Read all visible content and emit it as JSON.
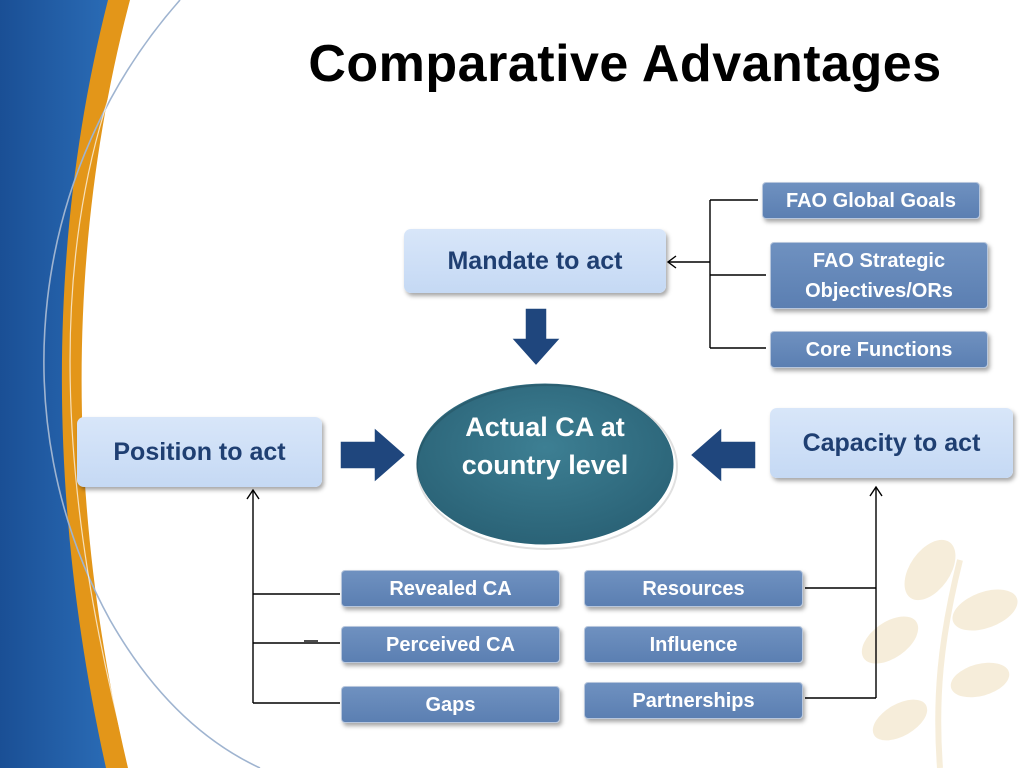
{
  "title": "Comparative Advantages",
  "colors": {
    "sidebar_blue": "#1f5fa8",
    "accent_orange": "#e59a1c",
    "light_box": "#c8dbf5",
    "dark_box": "#6385b6",
    "center_ellipse": "#2e6b80",
    "arrow": "#1f467d"
  },
  "nodes": {
    "mandate": "Mandate to act",
    "position": "Position to act",
    "capacity": "Capacity to act",
    "center": "Actual CA at country level"
  },
  "mandate_sources": [
    "FAO Global Goals",
    "FAO Strategic Objectives/ORs",
    "Core Functions"
  ],
  "position_sources": [
    "Revealed CA",
    "Perceived CA",
    "Gaps"
  ],
  "capacity_sources": [
    "Resources",
    "Influence",
    "Partnerships"
  ]
}
